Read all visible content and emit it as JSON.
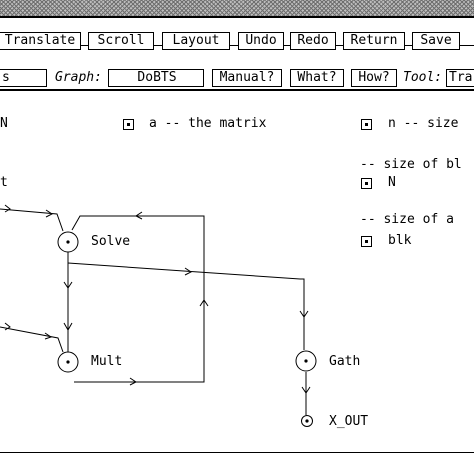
{
  "toolbar": {
    "buttons": [
      "Translate",
      "Scroll",
      "Layout",
      "Undo",
      "Redo",
      "Return",
      "Save"
    ],
    "row2": {
      "left_field_fragment": "s",
      "graph_label": "Graph:",
      "graph_value": "DoBTS",
      "manual_button": "Manual?",
      "what_button": "What?",
      "how_button": "How?",
      "tool_label": "Tool:",
      "tool_value": "Tra"
    }
  },
  "canvas": {
    "params": {
      "n_fragment": "N",
      "a_label": "a  -- the matrix",
      "n_label": "n -- size",
      "size_bl": "-- size of bl",
      "N_value": "N",
      "size_a": "-- size of a",
      "blk_value": "blk",
      "t_fragment": "t"
    },
    "nodes": {
      "solve": "Solve",
      "mult": "Mult",
      "gath": "Gath",
      "x_out": "X_OUT"
    }
  }
}
